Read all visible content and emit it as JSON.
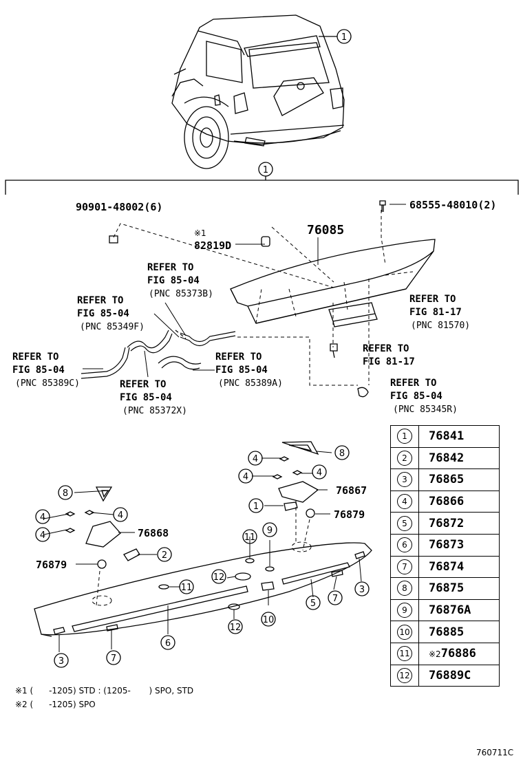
{
  "callout_numbers": [
    "1",
    "2",
    "3",
    "4",
    "5",
    "6",
    "7",
    "8",
    "9",
    "10",
    "11",
    "12"
  ],
  "part_numbers": {
    "clip_bolt": "90901-48002(6)",
    "screw": "68555-48010(2)",
    "spoiler": "76085",
    "spoiler_note_mark": "※1",
    "grommet": "82819D",
    "bracket_left": "76868",
    "bracket_right": "76867",
    "nut_left": "76879",
    "nut_right": "76879"
  },
  "references": [
    {
      "line1": "REFER TO",
      "line2": "FIG 85-04",
      "pnc": "(PNC 85373B)"
    },
    {
      "line1": "REFER TO",
      "line2": "FIG 85-04",
      "pnc": "(PNC 85349F)"
    },
    {
      "line1": "REFER TO",
      "line2": "FIG 85-04",
      "pnc": "(PNC 85389C)"
    },
    {
      "line1": "REFER TO",
      "line2": "FIG 85-04",
      "pnc": "(PNC 85389A)"
    },
    {
      "line1": "REFER TO",
      "line2": "FIG 85-04",
      "pnc": "(PNC 85372X)"
    },
    {
      "line1": "REFER TO",
      "line2": "FIG 81-17",
      "pnc": "(PNC 81570)"
    },
    {
      "line1": "REFER TO",
      "line2": "FIG 81-17",
      "pnc": ""
    },
    {
      "line1": "REFER TO",
      "line2": "FIG 85-04",
      "pnc": "(PNC 85345R)"
    }
  ],
  "parts_table": [
    {
      "idx": "1",
      "part": "76841",
      "mark": ""
    },
    {
      "idx": "2",
      "part": "76842",
      "mark": ""
    },
    {
      "idx": "3",
      "part": "76865",
      "mark": ""
    },
    {
      "idx": "4",
      "part": "76866",
      "mark": ""
    },
    {
      "idx": "5",
      "part": "76872",
      "mark": ""
    },
    {
      "idx": "6",
      "part": "76873",
      "mark": ""
    },
    {
      "idx": "7",
      "part": "76874",
      "mark": ""
    },
    {
      "idx": "8",
      "part": "76875",
      "mark": ""
    },
    {
      "idx": "9",
      "part": "76876A",
      "mark": ""
    },
    {
      "idx": "10",
      "part": "76885",
      "mark": ""
    },
    {
      "idx": "11",
      "part": "76886",
      "mark": "※2"
    },
    {
      "idx": "12",
      "part": "76889C",
      "mark": ""
    }
  ],
  "notes": [
    "※1 (      -1205) STD : (1205-       ) SPO, STD",
    "※2 (      -1205) SPO"
  ],
  "figure_code": "760711C"
}
